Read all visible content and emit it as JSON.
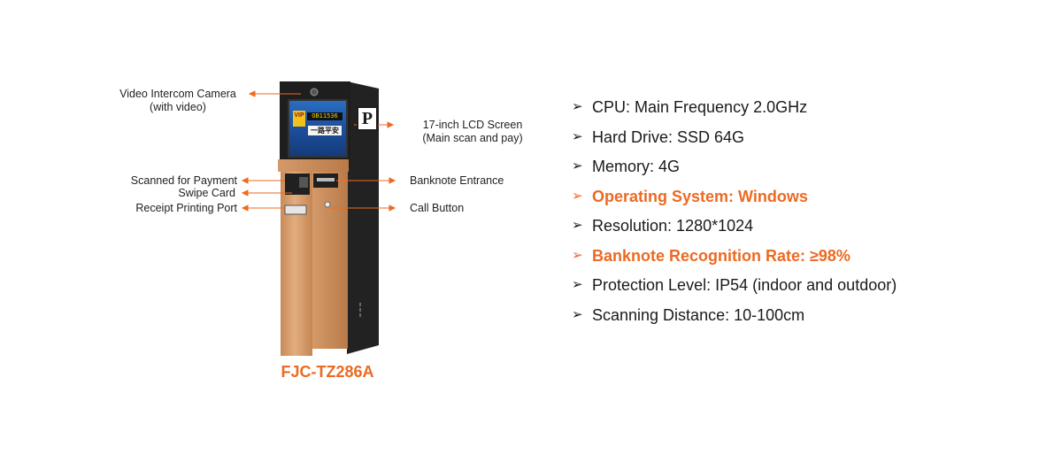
{
  "callouts": {
    "camera": [
      "Video Intercom Camera",
      "(with video)"
    ],
    "lcd": [
      "17-inch LCD Screen",
      "(Main scan and pay)"
    ],
    "scan": "Scanned for Payment",
    "swipe": "Swipe Card",
    "receipt": "Receipt Printing Port",
    "banknote": "Banknote Entrance",
    "call": "Call Button"
  },
  "screen": {
    "vip": "VIP",
    "line1": "OB11536",
    "line2": "一路平安"
  },
  "sign": "P",
  "model": "FJC-TZ286A",
  "bullet": "➢",
  "specs": [
    {
      "text": "CPU: Main Frequency 2.0GHz",
      "highlight": false
    },
    {
      "text": "Hard Drive: SSD 64G",
      "highlight": false
    },
    {
      "text": "Memory: 4G",
      "highlight": false
    },
    {
      "text": "Operating System: Windows",
      "highlight": true
    },
    {
      "text": "Resolution: 1280*1024",
      "highlight": false
    },
    {
      "text": "Banknote Recognition Rate: ≥98%",
      "highlight": true
    },
    {
      "text": "Protection Level: IP54 (indoor and outdoor)",
      "highlight": false
    },
    {
      "text": "Scanning Distance: 10-100cm",
      "highlight": false
    }
  ],
  "colors": {
    "accent": "#ec6a23",
    "cabinet": "#d69a68",
    "frame": "#1e1e1e"
  }
}
